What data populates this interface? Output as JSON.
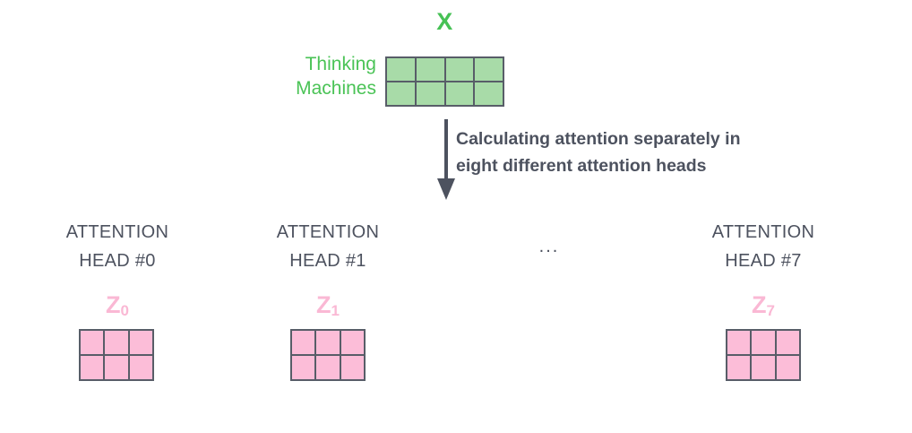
{
  "colors": {
    "green_label": "#46c155",
    "green_cell": "#a8dba8",
    "pink_label": "#fab8d4",
    "pink_cell": "#fcbdd8",
    "border": "#585d68",
    "text_dark": "#4d525f"
  },
  "input": {
    "matrix_label": "X",
    "rows": [
      "Thinking",
      "Machines"
    ],
    "matrix": {
      "cols": 4,
      "rows": 2
    }
  },
  "flow": {
    "arrow": "down-arrow",
    "caption_lines": [
      "Calculating attention separately in",
      "eight different attention heads"
    ]
  },
  "ellipsis": "...",
  "heads": [
    {
      "title_lines": [
        "ATTENTION",
        "HEAD #0"
      ],
      "z_label": "Z",
      "z_subscript": "0",
      "matrix": {
        "cols": 3,
        "rows": 2
      }
    },
    {
      "title_lines": [
        "ATTENTION",
        "HEAD #1"
      ],
      "z_label": "Z",
      "z_subscript": "1",
      "matrix": {
        "cols": 3,
        "rows": 2
      }
    },
    {
      "title_lines": [
        "ATTENTION",
        "HEAD #7"
      ],
      "z_label": "Z",
      "z_subscript": "7",
      "matrix": {
        "cols": 3,
        "rows": 2
      }
    }
  ]
}
